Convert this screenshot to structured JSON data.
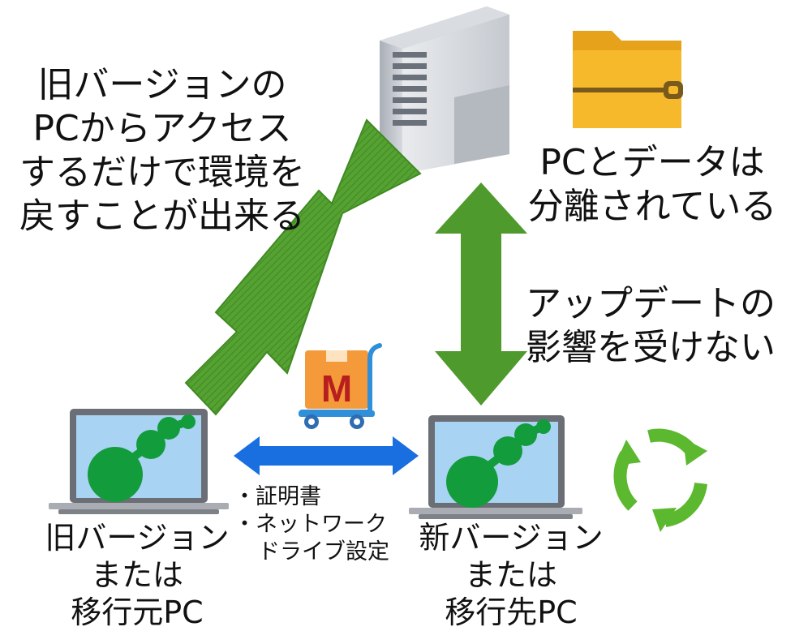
{
  "callouts": {
    "old_access": [
      "旧バージョンの",
      "PCからアクセス",
      "するだけで環境を",
      "戻すことが出来る"
    ],
    "separated": [
      "PCとデータは",
      "分離されている"
    ],
    "no_update_impact": [
      "アップデートの",
      "影響を受けない"
    ]
  },
  "transfer_items": [
    "・証明書",
    "・ネットワーク",
    "ドライブ設定"
  ],
  "old_pc_caption": [
    "旧バージョン",
    "または",
    "移行元PC"
  ],
  "new_pc_caption": [
    "新バージョン",
    "または",
    "移行先PC"
  ],
  "cart_box_letter": "M",
  "icons": {
    "server": "server-icon",
    "zip_folder": "zip-folder-icon",
    "cart": "migration-cart-icon",
    "laptop_old": "laptop-icon",
    "laptop_new": "laptop-icon",
    "refresh": "refresh-cycle-icon"
  },
  "colors": {
    "green_arrow": "#4f9a2c",
    "blue_arrow": "#1a6fe0",
    "node_green": "#129c3c",
    "screen_blue": "#a9d3f2",
    "refresh_green": "#5cb82e",
    "folder_yellow": "#f6b92b",
    "cart_orange": "#f59a3b"
  }
}
